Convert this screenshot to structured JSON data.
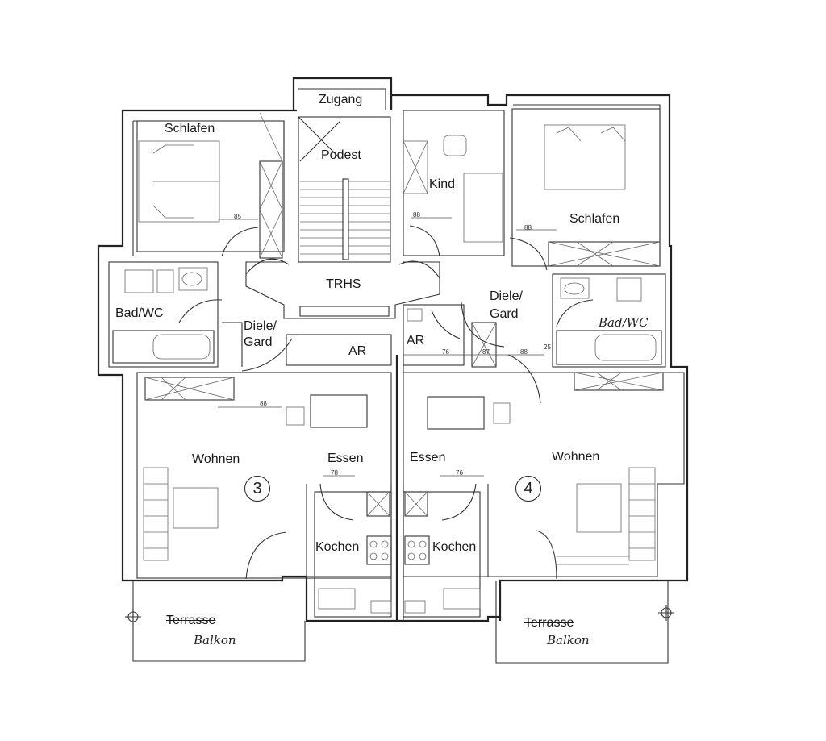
{
  "rooms": {
    "zugang": "Zugang",
    "podest": "Podest",
    "trhs": "TRHS",
    "schlafen_left": "Schlafen",
    "bad_left": "Bad/WC",
    "diele_left_1": "Diele/",
    "diele_left_2": "Gard",
    "ar_left": "AR",
    "wohnen_left": "Wohnen",
    "essen_left": "Essen",
    "kochen_left": "Kochen",
    "terrasse_left": "Terrasse",
    "balkon_left": "Balkon",
    "kind": "Kind",
    "schlafen_right": "Schlafen",
    "diele_right_1": "Diele/",
    "diele_right_2": "Gard",
    "bad_right": "Bad/WC",
    "ar_right": "AR",
    "wohnen_right": "Wohnen",
    "essen_right": "Essen",
    "kochen_right": "Kochen",
    "terrasse_right": "Terrasse",
    "balkon_right": "Balkon"
  },
  "units": {
    "left": "3",
    "right": "4"
  },
  "dimensions": {
    "d1": "85",
    "d2": "88",
    "d3": "88",
    "d4": "76",
    "d5": "87",
    "d6": "88",
    "d7": "25",
    "d8": "78",
    "d9": "76",
    "d10": "88"
  },
  "colors": {
    "ink": "#222222",
    "paper": "#ffffff"
  }
}
